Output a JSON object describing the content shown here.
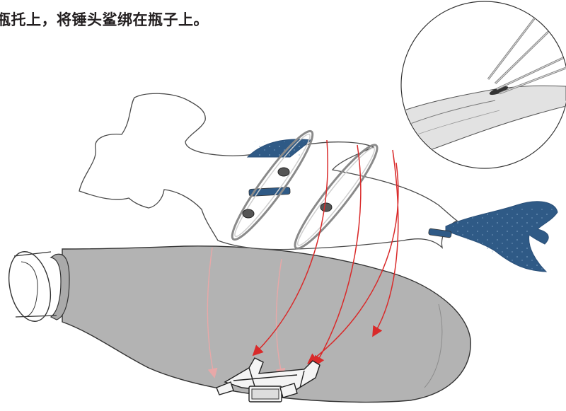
{
  "instruction": {
    "text": "瓶托上，将锤头鲨绑在瓶子上。"
  },
  "colors": {
    "bottle_fill": "#b3b3b3",
    "outline": "#333333",
    "fin_blue": "#2f5a86",
    "arrow_red": "#d92a2a",
    "arrow_faded": "#e8a8a8",
    "loop_gray": "#999999"
  },
  "icons": {
    "shark": "hammerhead-shark-cutout",
    "bottle": "plastic-bottle",
    "holder": "bottle-holder-bracket",
    "inset": "magnified-tab-detail"
  }
}
